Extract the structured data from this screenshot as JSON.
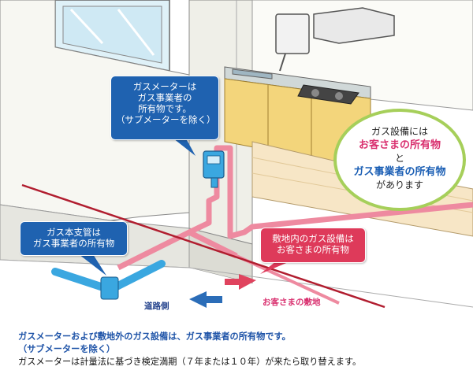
{
  "callouts": {
    "meter": [
      "ガスメーターは",
      "ガス事業者の",
      "所有物です。",
      "（サブメーターを除く）"
    ],
    "main_pipe": [
      "ガス本支管は",
      "ガス事業者の所有物"
    ],
    "onsite": [
      "敷地内のガス設備は",
      "お客さまの所有物"
    ]
  },
  "circle": {
    "line1": "ガス設備には",
    "line2": "お客さまの所有物",
    "line3": "と",
    "line4": "ガス事業者の所有物",
    "line5": "があります"
  },
  "labels": {
    "road_side": "道路側",
    "customer_premises": "お客さまの敷地"
  },
  "note": {
    "line1": "ガスメーターおよび敷地外のガス設備は、ガス事業者の所有物です。",
    "line2": "（サブメーターを除く）",
    "line3": "ガスメーターは計量法に基づき検定満期（７年または１０年）が来たら取り替えます。"
  },
  "colors": {
    "blue_callout": "#1f62b0",
    "red_callout": "#de3a5a",
    "pink_pipe": "#ee8aa0",
    "blue_pipe": "#3aa7e0",
    "boundary_line": "#b11d2f",
    "circle_border": "#a6cf5a"
  }
}
